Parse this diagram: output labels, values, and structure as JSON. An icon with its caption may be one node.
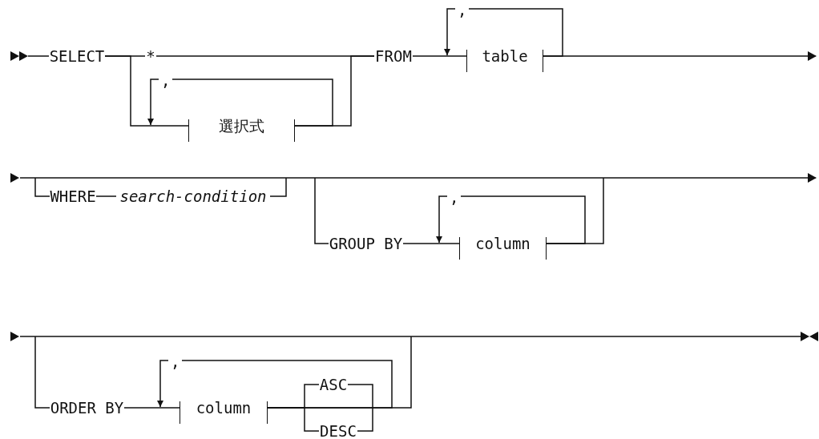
{
  "diagram": {
    "nodes": [
      {
        "text": [
          "SELECT"
        ]
      },
      {
        "text": [
          "*"
        ]
      },
      {
        "text": [
          "選択式"
        ]
      },
      {
        "text": [
          "FROM"
        ]
      },
      {
        "text": [
          "table"
        ]
      },
      {
        "text": [
          "WHERE"
        ]
      },
      {
        "text": [
          "search-condition"
        ]
      },
      {
        "text": [
          "GROUP BY"
        ]
      },
      {
        "text": [
          "column"
        ]
      },
      {
        "text": [
          "ORDER BY"
        ]
      },
      {
        "text": [
          "column"
        ]
      },
      {
        "text": [
          "ASC"
        ]
      },
      {
        "text": [
          "DESC"
        ]
      }
    ],
    "edges": [
      {
        "from": 0,
        "to": 1,
        "arrow": "none"
      },
      {
        "from": 0,
        "to": 2,
        "arrow": "none"
      },
      {
        "from": 1,
        "to": 3,
        "arrow": "none"
      },
      {
        "from": 2,
        "to": 3,
        "arrow": "none"
      },
      {
        "from": 2,
        "to": 2,
        "arrow": "to",
        "label": ","
      },
      {
        "from": 3,
        "to": 4,
        "arrow": "none"
      },
      {
        "from": 4,
        "to": 4,
        "arrow": "to",
        "label": ","
      },
      {
        "from": 5,
        "to": 6,
        "arrow": "none"
      },
      {
        "from": 7,
        "to": 8,
        "arrow": "none"
      },
      {
        "from": 8,
        "to": 8,
        "arrow": "to",
        "label": ","
      },
      {
        "from": 9,
        "to": 10,
        "arrow": "none"
      },
      {
        "from": 10,
        "to": 11,
        "arrow": "none"
      },
      {
        "from": 10,
        "to": 12,
        "arrow": "none"
      },
      {
        "from": 10,
        "to": 10,
        "arrow": "to",
        "label": ","
      }
    ]
  }
}
